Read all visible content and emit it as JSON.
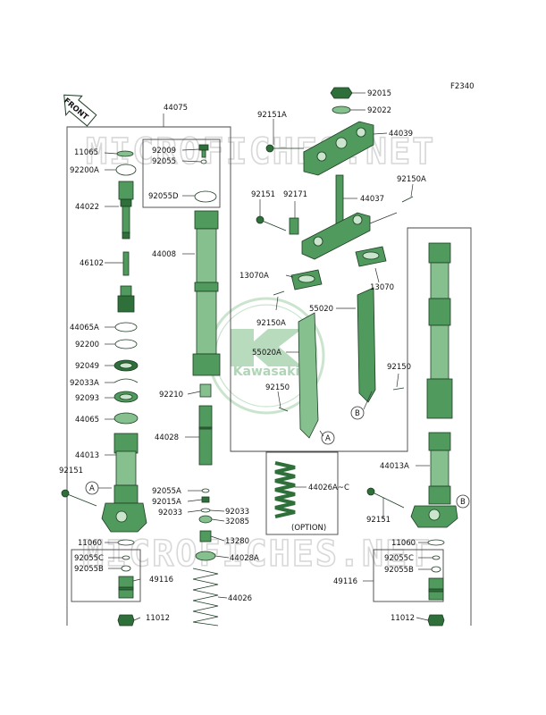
{
  "figure_code": "F2340",
  "front_arrow_label": "FRONT",
  "brand_logo_text": "Kawasaki",
  "watermark_text": "MICROFICHES.NET",
  "option_label": "(OPTION)",
  "labels": {
    "p44075": "44075",
    "p11065": "11065",
    "p92200A": "92200A",
    "p92009": "92009",
    "p92055": "92055",
    "p92055D": "92055D",
    "p44022": "44022",
    "p46102": "46102",
    "p44008": "44008",
    "p44065A": "44065A",
    "p92200": "92200",
    "p92049": "92049",
    "p92033A": "92033A",
    "p92093": "92093",
    "p44065": "44065",
    "p44013": "44013",
    "p92151L": "92151",
    "p92210": "92210",
    "p44028": "44028",
    "p92055A": "92055A",
    "p92015A": "92015A",
    "p92033a": "92033",
    "p92033b": "92033",
    "p32085": "32085",
    "p13280": "13280",
    "p44028A": "44028A",
    "p11060L": "11060",
    "p92055CL": "92055C",
    "p92055BL": "92055B",
    "p49116L": "49116",
    "p44026": "44026",
    "p11012L": "11012",
    "p92015": "92015",
    "p92022": "92022",
    "p92151A": "92151A",
    "p44039": "44039",
    "p92151M": "92151",
    "p92171": "92171",
    "p44037": "44037",
    "p92150Atop": "92150A",
    "p13070A": "13070A",
    "p13070": "13070",
    "p92150A": "92150A",
    "p55020": "55020",
    "p55020A": "55020A",
    "p92150R": "92150",
    "p92150M": "92150",
    "p44026AC": "44026A~C",
    "p44013A": "44013A",
    "p92151R": "92151",
    "p11060R": "11060",
    "p92055CR": "92055C",
    "p92055BR": "92055B",
    "p49116R": "49116",
    "p11012R": "11012"
  },
  "markers": {
    "a": "A",
    "b": "B"
  },
  "colors": {
    "part_fill": "#4f9a5c",
    "part_dark": "#2e6f3a",
    "part_light": "#86c08f",
    "line": "#333333"
  }
}
